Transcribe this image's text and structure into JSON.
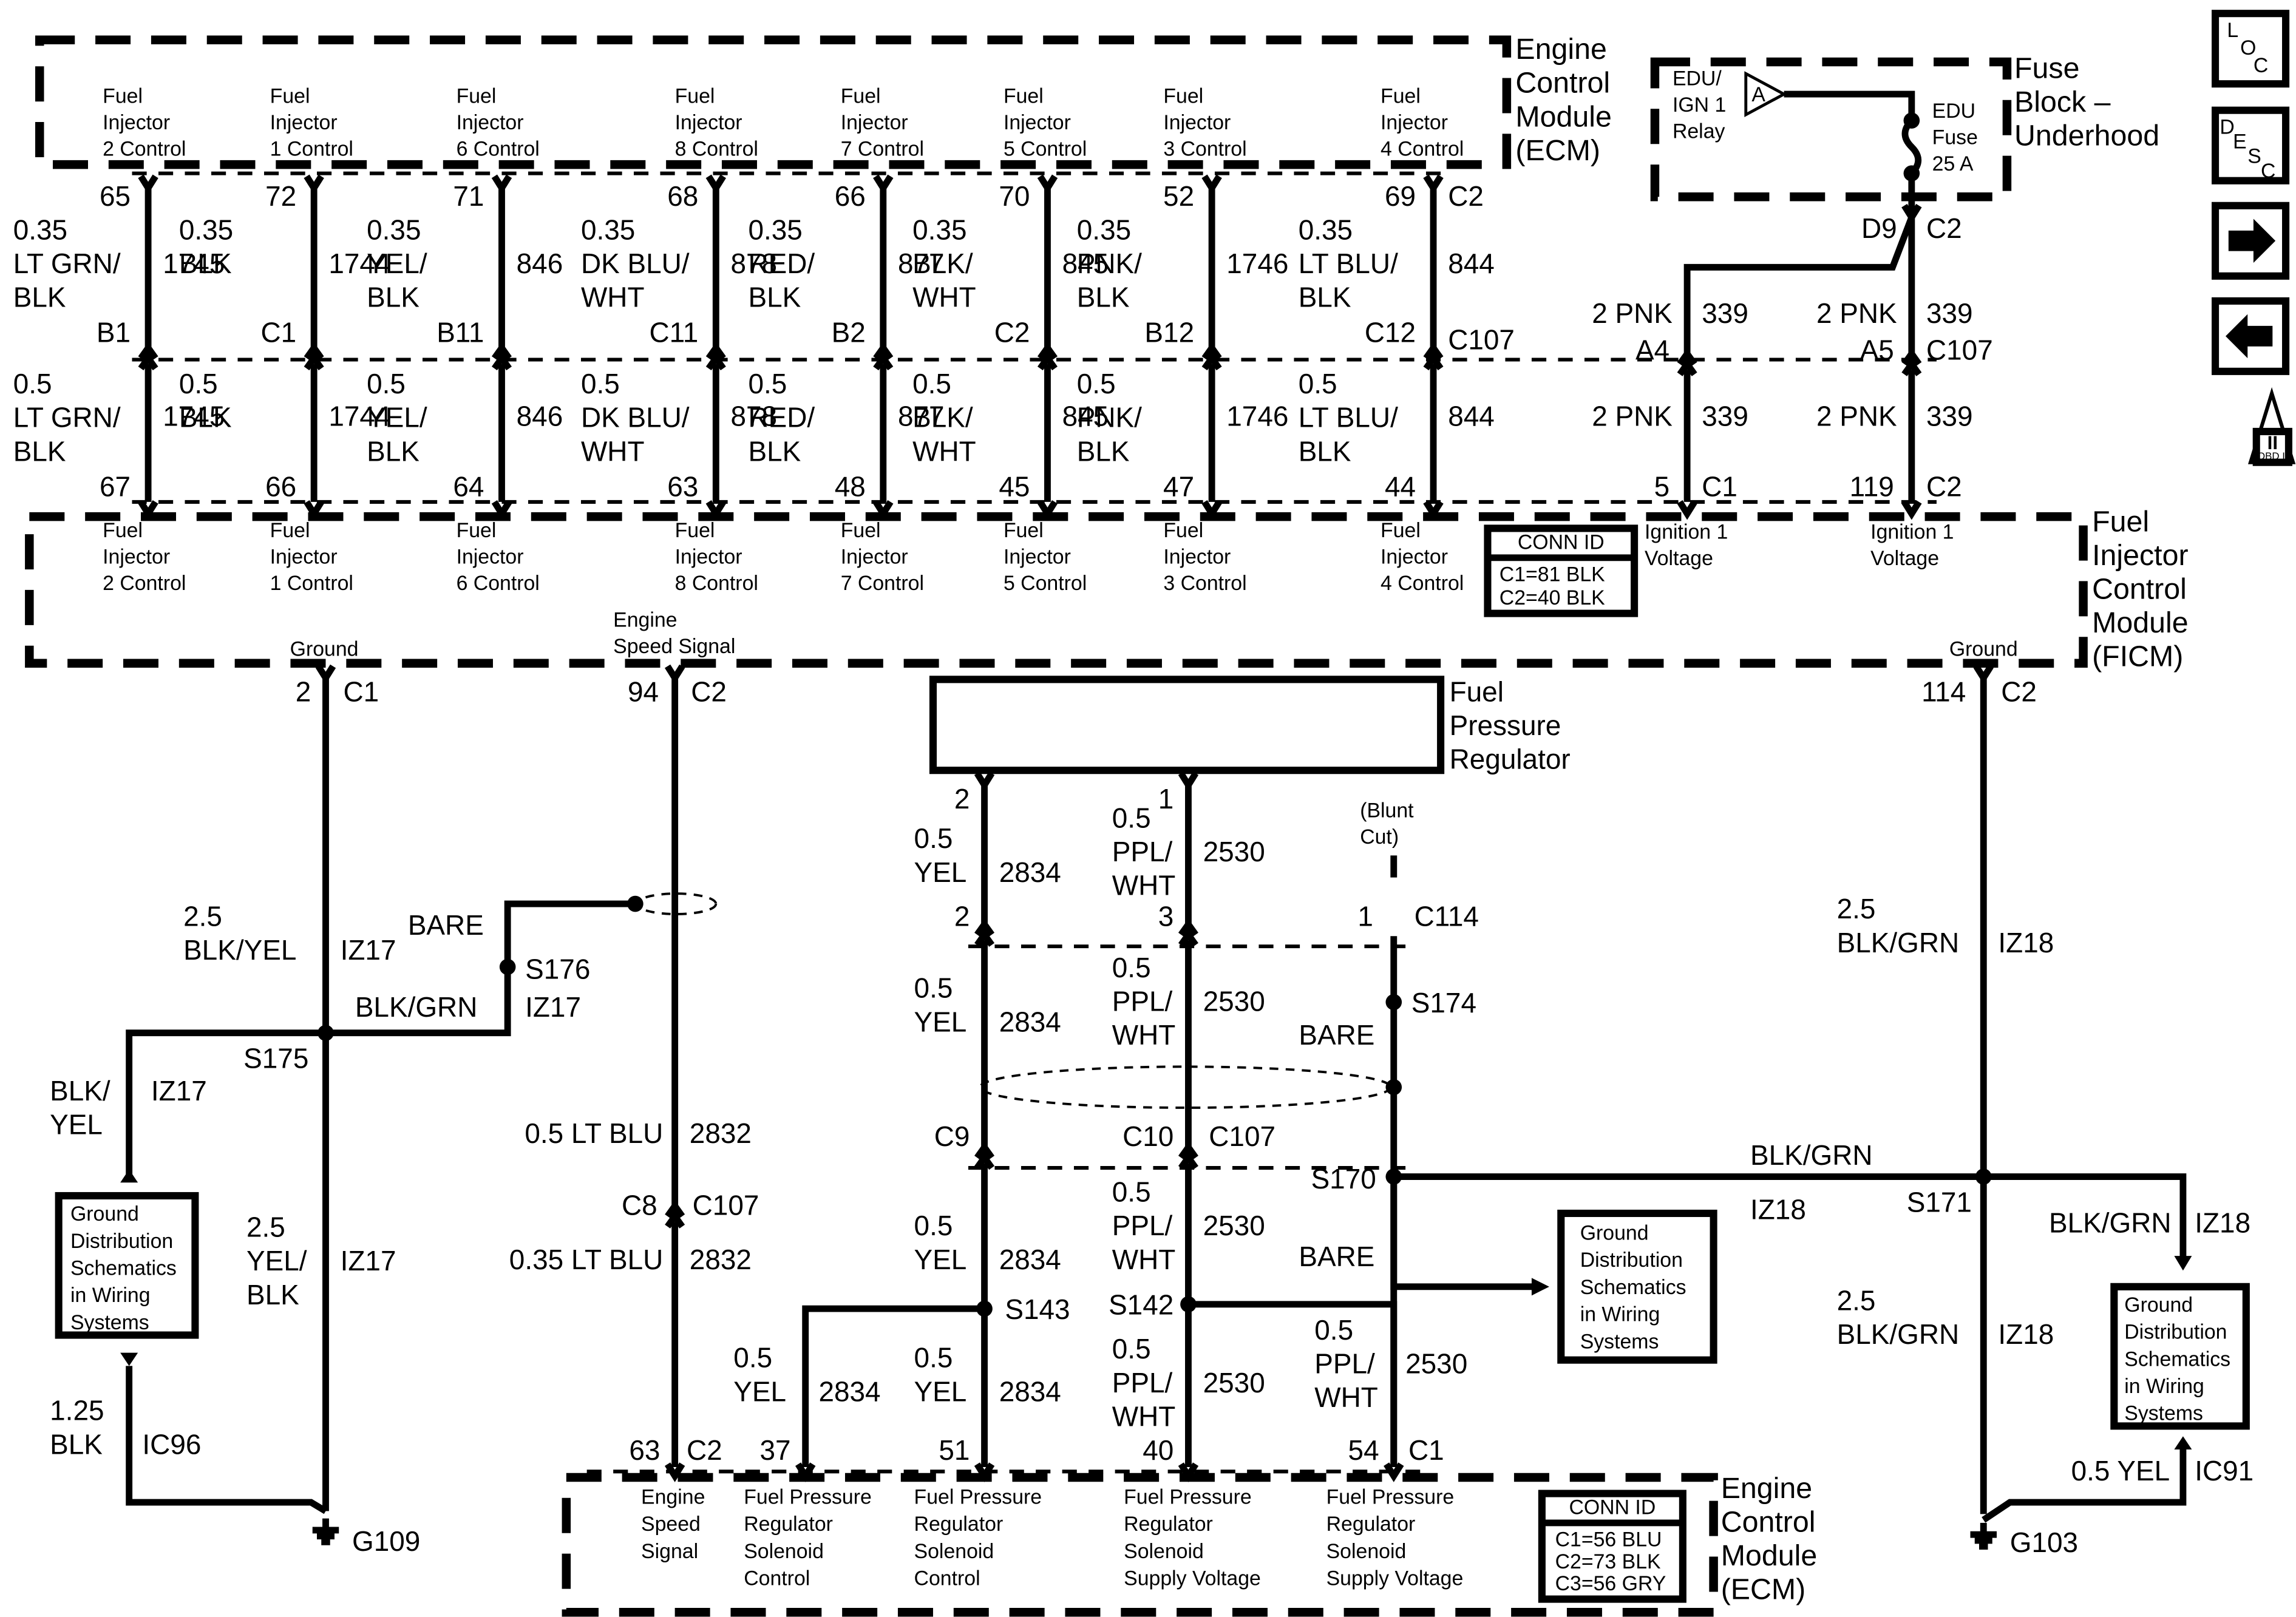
{
  "ecm_top": {
    "title": [
      "Engine",
      "Control",
      "Module",
      "(ECM)"
    ],
    "pins": [
      {
        "id": "inj2",
        "label": [
          "Fuel",
          "Injector",
          "2 Control"
        ],
        "pin_ecm": "65",
        "ecm_wire": [
          "0.35",
          "LT GRN/",
          "BLK"
        ],
        "circuit": "1745",
        "c107_pin": "B1",
        "ficm_wire": [
          "0.5",
          "LT GRN/",
          "BLK"
        ],
        "pin_ficm": "67"
      },
      {
        "id": "inj1",
        "label": [
          "Fuel",
          "Injector",
          "1 Control"
        ],
        "pin_ecm": "72",
        "ecm_wire": [
          "0.35",
          "BLK"
        ],
        "circuit": "1744",
        "c107_pin": "C1",
        "ficm_wire": [
          "0.5",
          "BLK"
        ],
        "pin_ficm": "66"
      },
      {
        "id": "inj6",
        "label": [
          "Fuel",
          "Injector",
          "6 Control"
        ],
        "pin_ecm": "71",
        "ecm_wire": [
          "0.35",
          "YEL/",
          "BLK"
        ],
        "circuit": "846",
        "c107_pin": "B11",
        "ficm_wire": [
          "0.5",
          "YEL/",
          "BLK"
        ],
        "pin_ficm": "64"
      },
      {
        "id": "inj8",
        "label": [
          "Fuel",
          "Injector",
          "8 Control"
        ],
        "pin_ecm": "68",
        "ecm_wire": [
          "0.35",
          "DK BLU/",
          "WHT"
        ],
        "circuit": "878",
        "c107_pin": "C11",
        "ficm_wire": [
          "0.5",
          "DK BLU/",
          "WHT"
        ],
        "pin_ficm": "63"
      },
      {
        "id": "inj7",
        "label": [
          "Fuel",
          "Injector",
          "7 Control"
        ],
        "pin_ecm": "66",
        "ecm_wire": [
          "0.35",
          "RED/",
          "BLK"
        ],
        "circuit": "877",
        "c107_pin": "B2",
        "ficm_wire": [
          "0.5",
          "RED/",
          "BLK"
        ],
        "pin_ficm": "48"
      },
      {
        "id": "inj5",
        "label": [
          "Fuel",
          "Injector",
          "5 Control"
        ],
        "pin_ecm": "70",
        "ecm_wire": [
          "0.35",
          "BLK/",
          "WHT"
        ],
        "circuit": "845",
        "c107_pin": "C2",
        "ficm_wire": [
          "0.5",
          "BLK/",
          "WHT"
        ],
        "pin_ficm": "45"
      },
      {
        "id": "inj3",
        "label": [
          "Fuel",
          "Injector",
          "3 Control"
        ],
        "pin_ecm": "52",
        "ecm_wire": [
          "0.35",
          "PNK/",
          "BLK"
        ],
        "circuit": "1746",
        "c107_pin": "B12",
        "ficm_wire": [
          "0.5",
          "PNK/",
          "BLK"
        ],
        "pin_ficm": "47"
      },
      {
        "id": "inj4",
        "label": [
          "Fuel",
          "Injector",
          "4 Control"
        ],
        "pin_ecm": "69",
        "ecm_wire": [
          "0.35",
          "LT BLU/",
          "BLK"
        ],
        "circuit": "844",
        "c107_pin": "C12",
        "ficm_wire": [
          "0.5",
          "LT BLU/",
          "BLK"
        ],
        "pin_ficm": "44"
      }
    ],
    "connector_top": "C2",
    "connector_mid": "C107"
  },
  "fuse_block": {
    "title": [
      "Fuse",
      "Block –",
      "Underhood"
    ],
    "relay_label": [
      "EDU/",
      "IGN 1",
      "Relay"
    ],
    "relay_letter": "A",
    "fuse_label": [
      "EDU",
      "Fuse",
      "25 A"
    ],
    "pin": "D9",
    "connector": "C2"
  },
  "ignition_feeds": [
    {
      "wire_top": "2 PNK",
      "circuit_top": "339",
      "c107_pin": "A4",
      "wire_bot": "2 PNK",
      "circuit_bot": "339",
      "pin_ficm": "5",
      "connector": "C1",
      "label": [
        "Ignition 1",
        "Voltage"
      ]
    },
    {
      "wire_top": "2 PNK",
      "circuit_top": "339",
      "c107_pin": "A5",
      "wire_bot": "2 PNK",
      "circuit_bot": "339",
      "pin_ficm": "119",
      "connector": "C2",
      "label": [
        "Ignition 1",
        "Voltage"
      ]
    }
  ],
  "ficm": {
    "title": [
      "Fuel",
      "Injector",
      "Control",
      "Module",
      "(FICM)"
    ],
    "conn_id_title": "CONN ID",
    "conn_ids": [
      "C1=81 BLK",
      "C2=40 BLK"
    ],
    "ground_left": {
      "label": "Ground",
      "pin": "2",
      "connector": "C1"
    },
    "speed": {
      "label": [
        "Engine",
        "Speed Signal"
      ],
      "pin": "94",
      "connector": "C2"
    },
    "ground_right": {
      "label": "Ground",
      "pin": "114",
      "connector": "C2"
    }
  },
  "left_ground": {
    "wire1": [
      "2.5",
      "BLK/YEL"
    ],
    "circuit1": "IZ17",
    "bare": "BARE",
    "splice_s176": "S176",
    "s176_circuit": "IZ17",
    "blkgrn": "BLK/GRN",
    "splice_s175": "S175",
    "branch_wire": [
      "BLK/",
      "YEL"
    ],
    "branch_circuit": "IZ17",
    "wire2": [
      "2.5",
      "YEL/",
      "BLK"
    ],
    "circuit2": "IZ17",
    "wire3": [
      "1.25",
      "BLK"
    ],
    "circuit3": "IC96",
    "gds_box": [
      "Ground",
      "Distribution",
      "Schematics",
      "in Wiring",
      "Systems"
    ],
    "ground": "G109"
  },
  "speed_signal": {
    "wire1": "0.5 LT BLU",
    "circuit1": "2832",
    "c107_pin": "C8",
    "connector": "C107",
    "wire2": "0.35 LT BLU",
    "circuit2": "2832"
  },
  "fpr": {
    "title": [
      "Fuel",
      "Pressure",
      "Regulator"
    ],
    "pin_a": "2",
    "pin_b": "1",
    "wire_a": [
      "0.5",
      "YEL"
    ],
    "circuit_a": "2834",
    "wire_b": [
      "0.5",
      "PPL/",
      "WHT"
    ],
    "circuit_b": "2530",
    "blunt": [
      "(Blunt",
      "Cut)"
    ],
    "c114_pins": [
      "2",
      "3",
      "1"
    ],
    "c114": "C114",
    "wire_a2": [
      "0.5",
      "YEL"
    ],
    "circuit_a2": "2834",
    "wire_b2": [
      "0.5",
      "PPL/",
      "WHT"
    ],
    "circuit_b2": "2530",
    "s174": "S174",
    "bare": "BARE",
    "c107_pins": [
      "C9",
      "C10"
    ],
    "c107": "C107",
    "s170": "S170",
    "bare2": "BARE",
    "wire_a3": [
      "0.5",
      "YEL"
    ],
    "circuit_a3": "2834",
    "wire_b3": [
      "0.5",
      "PPL/",
      "WHT"
    ],
    "circuit_b3": "2530",
    "s143": "S143",
    "s142": "S142",
    "wire_a4": [
      "0.5",
      "YEL"
    ],
    "circuit_a4": "2834",
    "wire_a5": [
      "0.5",
      "YEL"
    ],
    "circuit_a5": "2834",
    "wire_b4": [
      "0.5",
      "PPL/",
      "WHT"
    ],
    "circuit_b4": "2530",
    "wire_b5": [
      "0.5",
      "PPL/",
      "WHT"
    ],
    "circuit_b5": "2530",
    "gds_box": [
      "Ground",
      "Distribution",
      "Schematics",
      "in Wiring",
      "Systems"
    ]
  },
  "right_ground": {
    "blkgrn": "BLK/GRN",
    "iz18a": "IZ18",
    "wire1": [
      "2.5",
      "BLK/GRN"
    ],
    "circuit1": "IZ18",
    "splice": "S171",
    "branch_wire": "BLK/GRN",
    "branch_circuit": "IZ18",
    "wire2": [
      "2.5",
      "BLK/GRN"
    ],
    "circuit2": "IZ18",
    "wire3": "0.5 YEL",
    "circuit3": "IC91",
    "gds_box": [
      "Ground",
      "Distribution",
      "Schematics",
      "in Wiring",
      "Systems"
    ],
    "ground": "G103"
  },
  "ecm_bottom": {
    "title": [
      "Engine",
      "Control",
      "Module",
      "(ECM)"
    ],
    "pins": [
      {
        "pin": "63",
        "connector": "C2",
        "label": [
          "Engine",
          "Speed",
          "Signal"
        ]
      },
      {
        "pin": "37",
        "label": [
          "Fuel Pressure",
          "Regulator",
          "Solenoid",
          "Control"
        ]
      },
      {
        "pin": "51",
        "label": [
          "Fuel Pressure",
          "Regulator",
          "Solenoid",
          "Control"
        ]
      },
      {
        "pin": "40",
        "label": [
          "Fuel Pressure",
          "Regulator",
          "Solenoid",
          "Supply Voltage"
        ]
      },
      {
        "pin": "54",
        "connector": "C1",
        "label": [
          "Fuel Pressure",
          "Regulator",
          "Solenoid",
          "Supply Voltage"
        ]
      }
    ],
    "conn_id_title": "CONN ID",
    "conn_ids": [
      "C1=56 BLU",
      "C2=73 BLK",
      "C3=56 GRY"
    ]
  },
  "nav": {
    "loc": [
      "L",
      "O",
      "C"
    ],
    "desc": [
      "D",
      "E",
      "S",
      "C"
    ],
    "next_icon": "arrow-right-icon",
    "prev_icon": "arrow-left-icon",
    "obd": [
      "II",
      "OBD II"
    ]
  }
}
